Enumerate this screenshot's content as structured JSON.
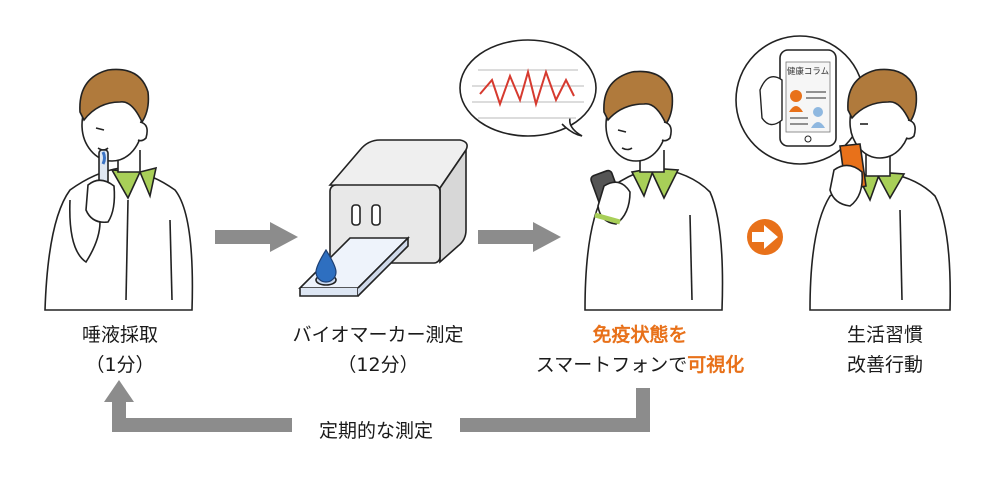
{
  "steps": [
    {
      "line1": "唾液採取",
      "line2": "（1分）"
    },
    {
      "line1": "バイオマーカー測定",
      "line2": "（12分）"
    },
    {
      "line1_hl": "免疫状態を",
      "line2_pre": "スマートフォンで",
      "line2_hl": "可視化"
    },
    {
      "line1": "生活習慣",
      "line2": "改善行動"
    }
  ],
  "phone_screen_title": "健康コラム",
  "loop_label": "定期的な測定",
  "colors": {
    "accent": "#e8711a",
    "arrow_gray": "#8c8c8c",
    "shirt_collar": "#a8cf58",
    "hair": "#b07a3c",
    "chart_line": "#d63a2f"
  },
  "icons": [
    "person-spitting-icon",
    "test-device-icon",
    "saliva-drop-icon",
    "person-phone-icon",
    "speech-bubble-chart-icon",
    "orange-right-arrow-icon",
    "person-drinking-icon",
    "phone-screen-icon"
  ]
}
